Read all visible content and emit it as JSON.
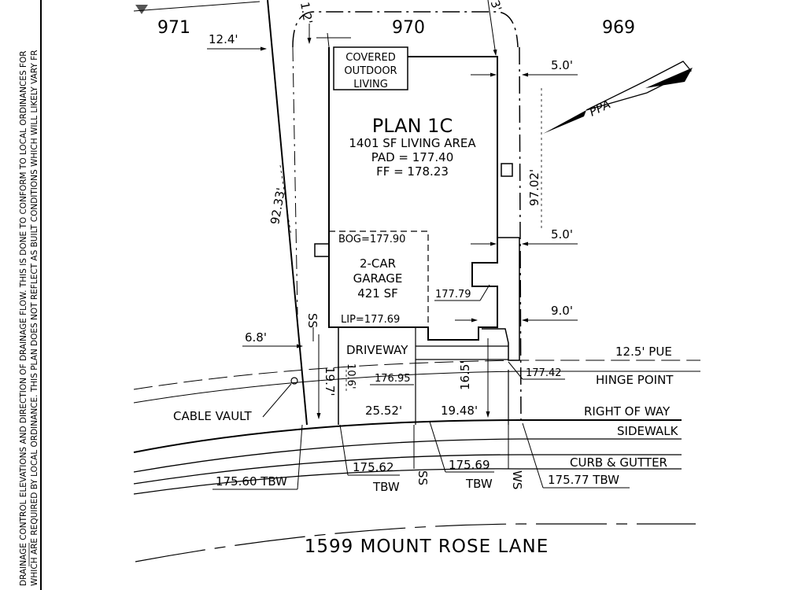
{
  "lots": {
    "left": "971",
    "center": "970",
    "right": "969"
  },
  "house": {
    "plan": "PLAN 1C",
    "living_area": "1401 SF LIVING AREA",
    "pad": "PAD = 177.40",
    "ff": "FF = 178.23"
  },
  "covered_outdoor": [
    "COVERED",
    "OUTDOOR",
    "LIVING"
  ],
  "garage": {
    "bog": "BOG=177.90",
    "line1": "2-CAR",
    "line2": "GARAGE",
    "line3": "421 SF",
    "lip": "LIP=177.69"
  },
  "dimensions": {
    "left_top_setback": "12.4'",
    "top_partial_a": "1.2'",
    "top_partial_b": "3'",
    "right_rear_setback": "5.0'",
    "left_depth": "92.33'",
    "right_depth": "97.02'",
    "right_side_setback": "5.0'",
    "right_front_setback": "9.0'",
    "left_front": "6.8'",
    "left_driveway": "19.7'",
    "driveway_depth": "10.6'",
    "front_setback": "16.5'",
    "frontage_left": "25.52'",
    "frontage_right": "19.48'"
  },
  "elevations": {
    "porch": "177.79",
    "drive_left": "176.95",
    "drive_right": "177.42",
    "tbw_left": "175.60 TBW",
    "tbw_mid": "175.62",
    "tbw_mid_suffix": "TBW",
    "tbw_center": "175.69",
    "tbw_center_suffix": "TBW",
    "tbw_right": "175.77 TBW"
  },
  "labels": {
    "driveway": "DRIVEWAY",
    "pue": "12.5' PUE",
    "hinge_point": "HINGE POINT",
    "right_of_way": "RIGHT OF WAY",
    "sidewalk": "SIDEWALK",
    "curb_gutter": "CURB & GUTTER",
    "cable_vault": "CABLE VAULT",
    "ss_upper": "SS",
    "ss_lower": "SS",
    "ws": "WS",
    "street": "1599 MOUNT ROSE LANE",
    "arrow_text": "PPA",
    "vertical_note_line1": "DRAINAGE CONTROL ELEVATIONS AND DIRECTION OF DRAINAGE FLOW.  THIS IS DONE TO CONFORM TO LOCAL ORDINANCES FOR",
    "vertical_note_line2": "WHICH ARE REQUIRED BY LOCAL ORDINANCE. THIS PLAN DOES NOT REFLECT AS BUILT CONDITIONS WHICH WILL LIKELY VARY FR"
  }
}
